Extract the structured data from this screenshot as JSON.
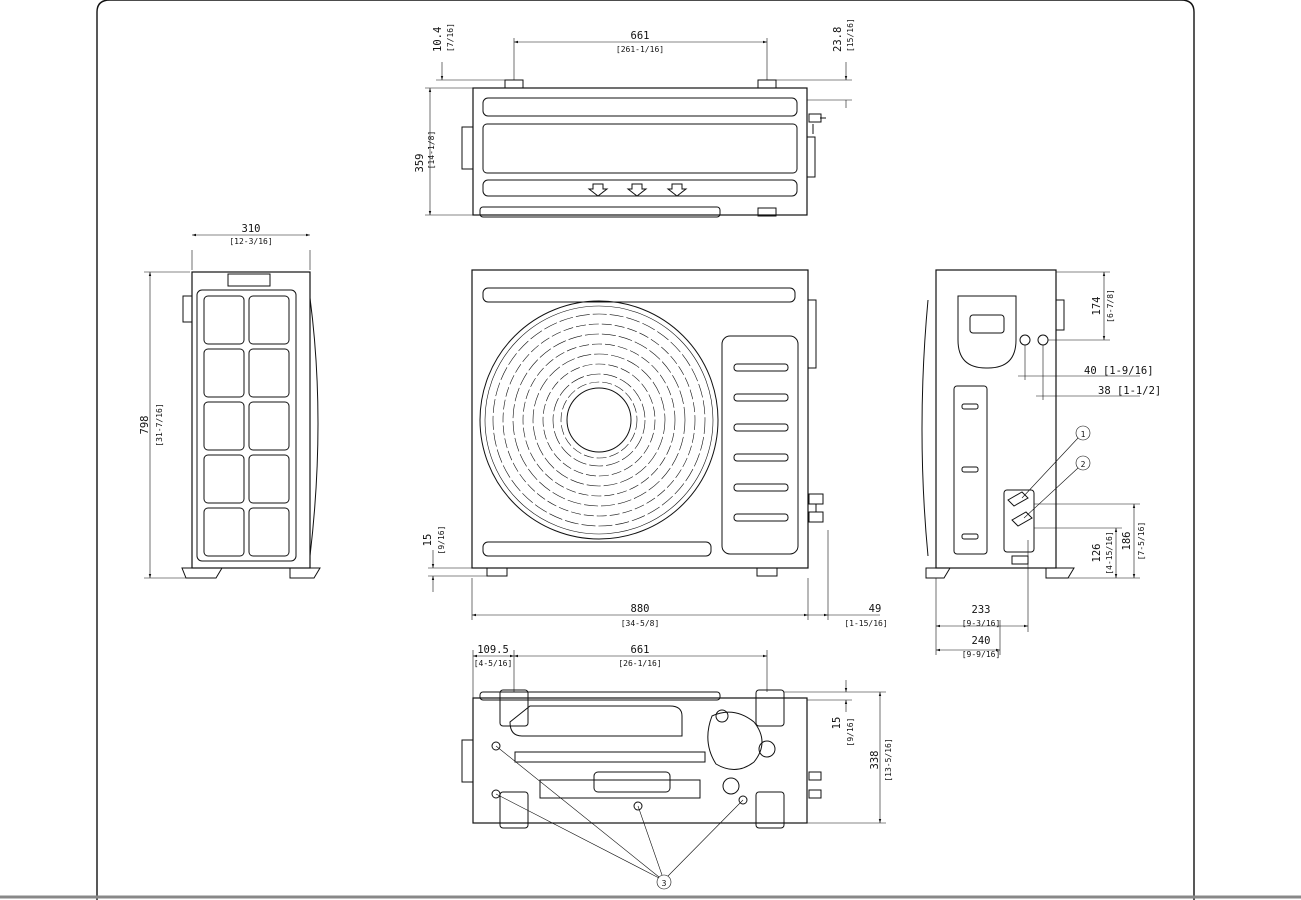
{
  "top_view": {
    "width_label": "661",
    "width_sub": "[261-1/16]",
    "left_offset": "10.4",
    "left_offset_sub": "[7/16]",
    "right_offset": "23.8",
    "right_offset_sub": "[15/16]",
    "depth": "359",
    "depth_sub": "[14-1/8]"
  },
  "left_view": {
    "width": "310",
    "width_sub": "[12-3/16]",
    "height": "798",
    "height_sub": "[31-7/16]"
  },
  "front_view": {
    "foot_gap": "15",
    "foot_gap_sub": "[9/16]",
    "width": "880",
    "width_sub": "[34-5/8]",
    "valve_protrusion": "49",
    "valve_protrusion_sub": "[1-15/16]"
  },
  "right_view": {
    "top_to_port": "174",
    "top_to_port_sub": "[6-7/8]",
    "port_a": "40 [1-9/16]",
    "port_b": "38 [1-1/2]",
    "callout_1": "1",
    "callout_2": "2",
    "valve_height_1": "186",
    "valve_height_1_sub": "[7-5/16]",
    "valve_height_2": "126",
    "valve_height_2_sub": "[4-15/16]",
    "depth_1": "233",
    "depth_1_sub": "[9-3/16]",
    "depth_2": "240",
    "depth_2_sub": "[9-9/16]"
  },
  "bottom_view": {
    "left_offset": "109.5",
    "left_offset_sub": "[4-5/16]",
    "width": "661",
    "width_sub": "[26-1/16]",
    "edge_offset": "15",
    "edge_offset_sub": "[9/16]",
    "depth": "338",
    "depth_sub": "[13-5/16]",
    "callout_3": "3"
  }
}
